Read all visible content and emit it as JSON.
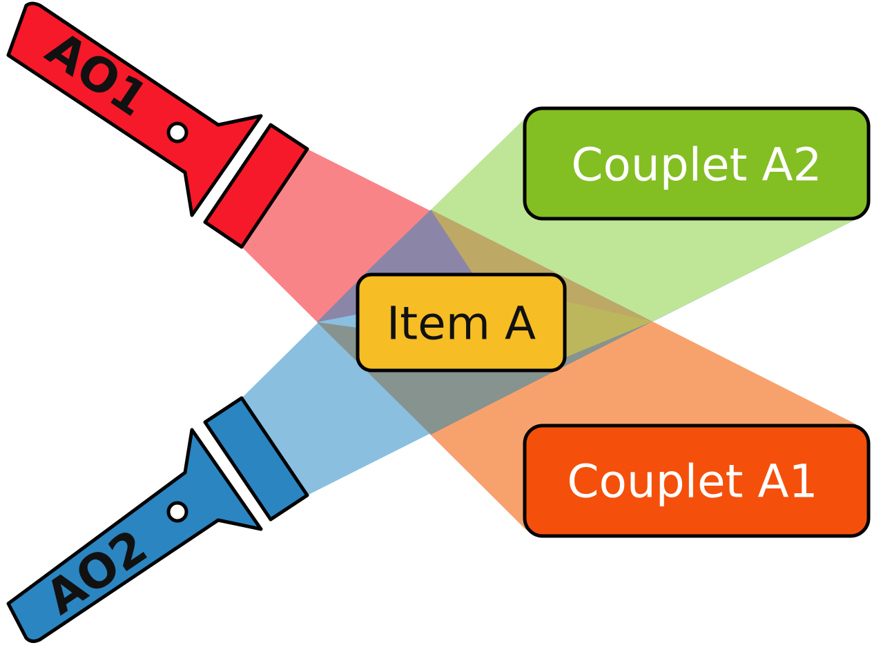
{
  "wands": {
    "ao1": {
      "label": "AO1",
      "color": "#f51929",
      "beam_color": "#f98488"
    },
    "ao2": {
      "label": "AO2",
      "color": "#2b85c0",
      "beam_color": "#8abfdf"
    }
  },
  "boxes": {
    "item_a": {
      "label": "Item A",
      "color": "#f6bd24",
      "text_color": "#111111"
    },
    "couplet_a2": {
      "label": "Couplet A2",
      "color": "#83be23",
      "beam_color": "#bfe597",
      "text_color": "#ffffff"
    },
    "couplet_a1": {
      "label": "Couplet A1",
      "color": "#f4500b",
      "beam_color": "#f7a26c",
      "text_color": "#ffffff"
    }
  },
  "overlap_colors": {
    "red_green": "#bda865",
    "red_blue": "#8b86a8",
    "blue_orange": "#86938f",
    "green_orange": "#bcb75d"
  }
}
